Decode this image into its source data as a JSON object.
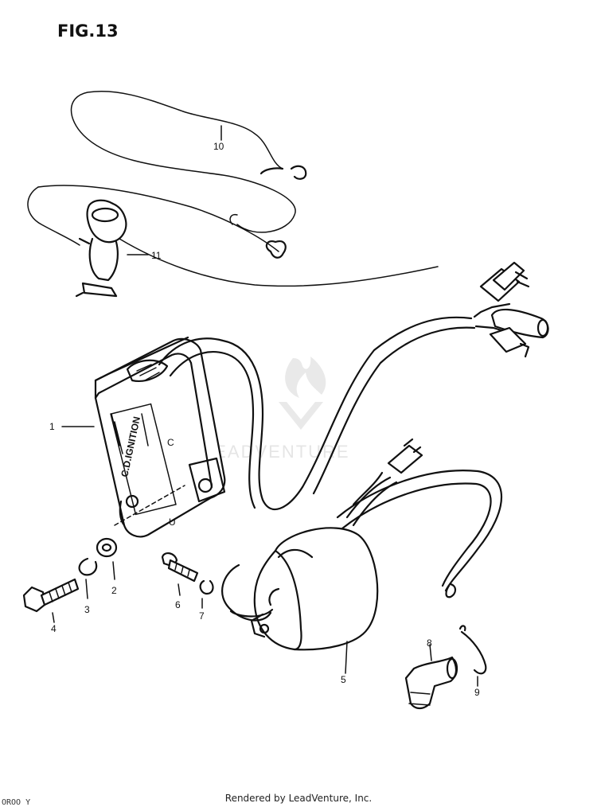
{
  "figure": {
    "title": "FIG.13",
    "corner_code": "OROO Y"
  },
  "module_text": {
    "line1": "C.D.IGNITION",
    "line2": "C",
    "line3": "U"
  },
  "callouts": [
    "1",
    "2",
    "3",
    "4",
    "5",
    "6",
    "7",
    "8",
    "9",
    "10",
    "11"
  ],
  "watermark": {
    "text": "LEADVENTURE",
    "color": "#cfcfcf"
  },
  "footer": {
    "text": "Rendered by LeadVenture, Inc."
  },
  "colors": {
    "ink": "#111111",
    "paper": "#ffffff"
  }
}
